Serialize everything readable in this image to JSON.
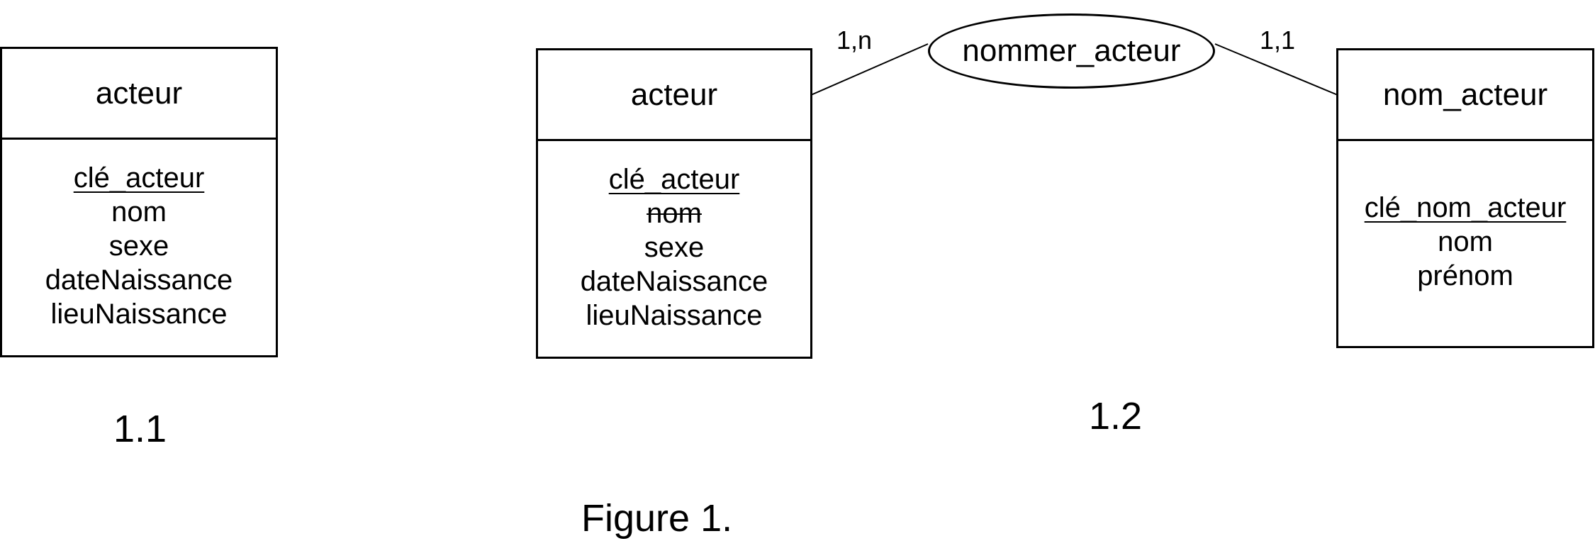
{
  "diagram_1_1": {
    "entity": {
      "title": "acteur",
      "attributes": [
        "clé_acteur",
        "nom",
        "sexe",
        "dateNaissance",
        "lieuNaissance"
      ]
    },
    "caption": "1.1"
  },
  "diagram_1_2": {
    "entity_left": {
      "title": "acteur",
      "attributes": [
        "clé_acteur",
        "nom",
        "sexe",
        "dateNaissance",
        "lieuNaissance"
      ]
    },
    "association": {
      "label": "nommer_acteur",
      "cardinality_left": "1,n",
      "cardinality_right": "1,1"
    },
    "entity_right": {
      "title": "nom_acteur",
      "attributes": [
        "clé_nom_acteur",
        "nom",
        "prénom"
      ]
    },
    "caption": "1.2"
  },
  "figure_caption": "Figure 1."
}
